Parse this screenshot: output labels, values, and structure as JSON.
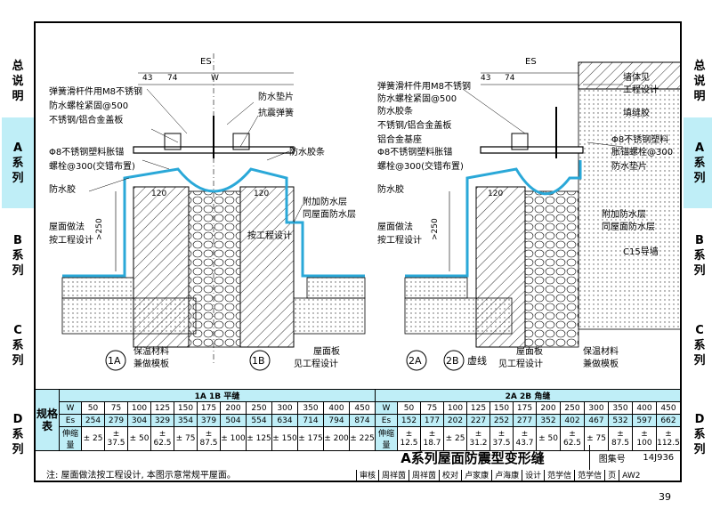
{
  "sidebar_left": [
    {
      "label": "总说明",
      "active": false
    },
    {
      "label": "A系列",
      "active": true
    },
    {
      "label": "B系列",
      "active": false
    },
    {
      "label": "C系列",
      "active": false
    },
    {
      "label": "D系列",
      "active": false
    }
  ],
  "sidebar_right": [
    {
      "label": "总说明",
      "active": false
    },
    {
      "label": "A系列",
      "active": true
    },
    {
      "label": "B系列",
      "active": false
    },
    {
      "label": "C系列",
      "active": false
    },
    {
      "label": "D系列",
      "active": false
    }
  ],
  "left_drawing": {
    "dims": {
      "es": "ES",
      "d43": "43",
      "d74": "74",
      "w": "W",
      "h250": ">250",
      "r120a": "120",
      "r120b": "120"
    },
    "labels": {
      "l1": "弹簧滑杆件用M8不锈钢",
      "l2": "防水螺栓紧固@500",
      "l3": "不锈钢/铝合金盖板",
      "l4": "Φ8不锈钢塑料胀锚",
      "l5": "螺栓@300(交错布置)",
      "l6": "防水胶",
      "l7": "屋面做法",
      "l8": "按工程设计",
      "r1": "防水垫片",
      "r2": "抗震弹簧",
      "r3": "防水胶条",
      "r4": "附加防水层",
      "r5": "同屋面防水层",
      "r6": "按工程设计",
      "b1": "保温材料",
      "b2": "兼做模板",
      "b3": "屋面板",
      "b4": "见工程设计"
    },
    "markers": [
      "1A",
      "1B"
    ]
  },
  "right_drawing": {
    "dims": {
      "es": "ES",
      "d43": "43",
      "d74": "74",
      "h250": ">250",
      "r120": "120"
    },
    "labels": {
      "l1": "弹簧滑杆件用M8不锈钢",
      "l2": "防水螺栓紧固@500",
      "l3": "防水胶条",
      "l4": "不锈钢/铝合金盖板",
      "l5": "铝合金基座",
      "l6": "Φ8不锈钢塑料胀锚",
      "l7": "螺栓@300(交错布置)",
      "l8": "防水胶",
      "l9": "屋面做法",
      "l10": "按工程设计",
      "r1": "墙体见",
      "r2": "工程设计",
      "r3": "填缝胶",
      "r4": "Φ8不锈钢塑料",
      "r5": "胀锚螺栓@300",
      "r6": "防水垫片",
      "r7": "附加防水层",
      "r8": "同屋面防水层",
      "r9": "C15导墙",
      "b1": "屋面板",
      "b2": "见工程设计",
      "b3": "保温材料",
      "b4": "兼做模板"
    },
    "markers": [
      "2A",
      "2B"
    ],
    "dashed_note": "虚线"
  },
  "table": {
    "side_label": "规格表",
    "group1": {
      "markers": [
        "1A",
        "1B"
      ],
      "title": "平缝"
    },
    "group2": {
      "markers": [
        "2A",
        "2B"
      ],
      "title": "角缝"
    },
    "row_w": {
      "label": "W",
      "values": [
        "50",
        "75",
        "100",
        "125",
        "150",
        "175",
        "200",
        "250",
        "300",
        "350",
        "400",
        "450"
      ]
    },
    "row_es1": {
      "label": "Es",
      "values": [
        "254",
        "279",
        "304",
        "329",
        "354",
        "379",
        "504",
        "554",
        "634",
        "714",
        "794",
        "874"
      ]
    },
    "row_es2": {
      "label": "Es",
      "values": [
        "152",
        "177",
        "202",
        "227",
        "252",
        "277",
        "352",
        "402",
        "467",
        "532",
        "597",
        "662"
      ]
    },
    "row_d1": {
      "label": "伸缩量",
      "values": [
        "± 25",
        "± 37.5",
        "± 50",
        "± 62.5",
        "± 75",
        "± 87.5",
        "± 100",
        "± 125",
        "± 150",
        "± 175",
        "± 200",
        "± 225"
      ]
    },
    "row_d2": {
      "label": "伸缩量",
      "values": [
        "± 12.5",
        "± 18.7",
        "± 25",
        "± 31.2",
        "± 37.5",
        "± 43.7",
        "± 50",
        "± 62.5",
        "± 75",
        "± 87.5",
        "± 100",
        "± 112.5"
      ]
    }
  },
  "note": "注: 屋面做法按工程设计, 本图示意常规平屋面。",
  "title_block": {
    "title": "A系列屋面防震型变形缝",
    "atlas_label": "图集号",
    "atlas_no": "14J936",
    "page_label": "页",
    "page_code": "AW2",
    "sign": [
      "审核",
      "周祥茵",
      "周祥茵",
      "校对",
      "卢家康",
      "卢海康",
      "设计",
      "范学信",
      "范学信"
    ]
  },
  "page_number": "39",
  "colors": {
    "accent": "#bfeef7",
    "membrane": "#2aa8d8"
  }
}
